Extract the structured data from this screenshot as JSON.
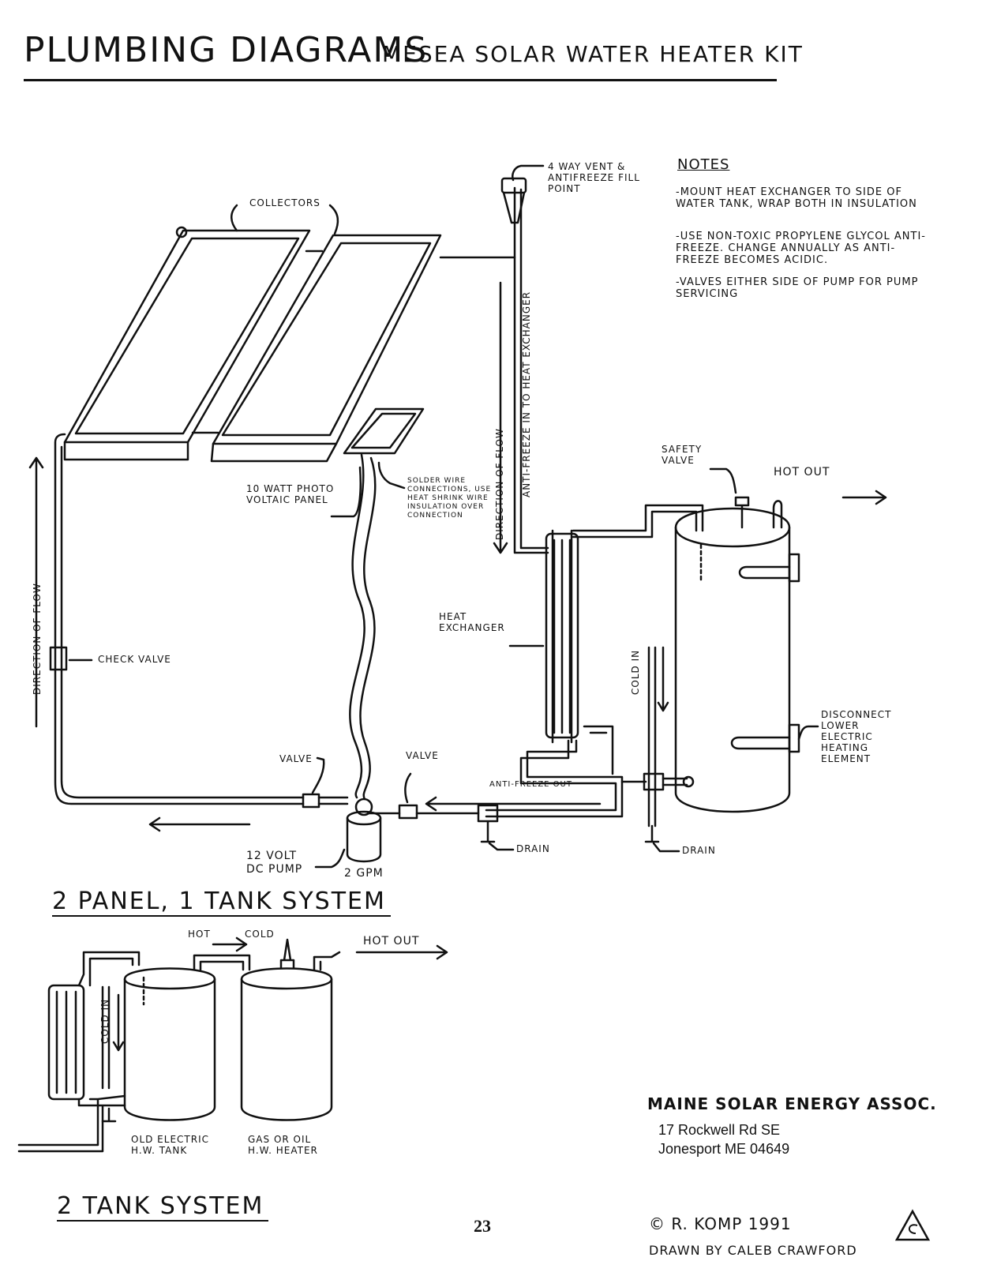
{
  "header": {
    "title": "PLUMBING DIAGRAMS",
    "subtitle": "MESEA SOLAR WATER HEATER KIT"
  },
  "labels": {
    "collectors": "COLLECTORS",
    "vent": "4 WAY VENT & ANTIFREEZE FILL POINT",
    "pv_panel": "10 WATT PHOTO VOLTAIC PANEL",
    "solder": "SOLDER WIRE CONNECTIONS, USE HEAT SHRINK WIRE INSULATION OVER CONNECTION",
    "direction_flow_down": "DIRECTION OF FLOW",
    "antifreeze_in": "ANTI-FREEZE IN TO HEAT EXCHANGER",
    "direction_flow_up": "DIRECTION OF FLOW",
    "safety_valve": "SAFETY VALVE",
    "hot_out": "HOT OUT",
    "heat_exchanger": "HEAT EXCHANGER",
    "check_valve": "CHECK VALVE",
    "cold_in": "COLD IN",
    "disconnect": "DISCONNECT LOWER ELECTRIC HEATING ELEMENT",
    "valve_left": "VALVE",
    "valve_right": "VALVE",
    "antifreeze_out": "ANTI-FREEZE OUT",
    "drain_left": "DRAIN",
    "drain_right": "DRAIN",
    "pump": "12 VOLT DC PUMP",
    "gpm": "2 GPM"
  },
  "notes": {
    "title": "NOTES",
    "items": [
      "-MOUNT HEAT EXCHANGER TO SIDE OF WATER TANK, WRAP BOTH IN INSULATION",
      "-USE NON-TOXIC PROPYLENE GLYCOL ANTI-FREEZE. CHANGE ANNUALLY AS ANTI-FREEZE BECOMES ACIDIC.",
      "-VALVES EITHER SIDE OF PUMP FOR PUMP SERVICING"
    ]
  },
  "system1": {
    "title": "2 PANEL, 1 TANK SYSTEM"
  },
  "system2": {
    "title": "2 TANK SYSTEM",
    "hot": "HOT",
    "cold": "COLD",
    "hot_out": "HOT OUT",
    "cold_in": "COLD IN",
    "tank1": "OLD ELECTRIC H.W. TANK",
    "tank2": "GAS OR OIL H.W. HEATER"
  },
  "footer": {
    "assoc": "MAINE SOLAR ENERGY ASSOC.",
    "address1": "17 Rockwell Rd SE",
    "address2": "Jonesport ME 04649",
    "copyright": "© R. KOMP 1991",
    "drawn_by": "DRAWN BY CALEB CRAWFORD",
    "page": "23"
  }
}
